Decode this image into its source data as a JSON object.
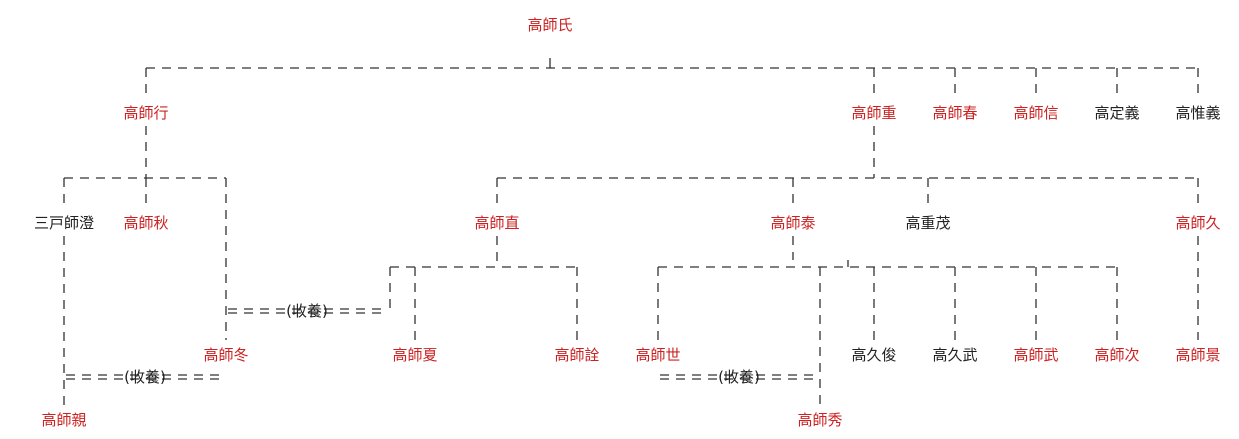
{
  "colors": {
    "highlight": "#cc2222",
    "normal": "#222222",
    "line": "#333333"
  },
  "nodes": [
    {
      "id": "moroshi",
      "name": "高師氏",
      "color": "highlight"
    },
    {
      "id": "moroyuki",
      "name": "高師行",
      "color": "highlight"
    },
    {
      "id": "moroshige",
      "name": "高師重",
      "color": "highlight"
    },
    {
      "id": "moroharu",
      "name": "高師春",
      "color": "highlight"
    },
    {
      "id": "moronobu",
      "name": "高師信",
      "color": "highlight"
    },
    {
      "id": "sadayoshi",
      "name": "高定義",
      "color": "normal"
    },
    {
      "id": "koreyoshi",
      "name": "高惟義",
      "color": "normal"
    },
    {
      "id": "sannohe",
      "name": "三戸師澄",
      "color": "normal"
    },
    {
      "id": "moroaki",
      "name": "高師秋",
      "color": "highlight"
    },
    {
      "id": "moronao",
      "name": "高師直",
      "color": "highlight"
    },
    {
      "id": "moroyasu",
      "name": "高師泰",
      "color": "highlight"
    },
    {
      "id": "shigeshige",
      "name": "高重茂",
      "color": "normal"
    },
    {
      "id": "morohisa",
      "name": "高師久",
      "color": "highlight"
    },
    {
      "id": "morofuyu",
      "name": "高師冬",
      "color": "highlight"
    },
    {
      "id": "moronatsu",
      "name": "高師夏",
      "color": "highlight"
    },
    {
      "id": "morosen",
      "name": "高師詮",
      "color": "highlight"
    },
    {
      "id": "moroyo",
      "name": "高師世",
      "color": "highlight"
    },
    {
      "id": "hisatoshi",
      "name": "高久俊",
      "color": "normal"
    },
    {
      "id": "hisatake",
      "name": "高久武",
      "color": "normal"
    },
    {
      "id": "morotake",
      "name": "高師武",
      "color": "highlight"
    },
    {
      "id": "morotsugu",
      "name": "高師次",
      "color": "highlight"
    },
    {
      "id": "morokage",
      "name": "高師景",
      "color": "highlight"
    },
    {
      "id": "morochika",
      "name": "高師親",
      "color": "highlight"
    },
    {
      "id": "morohide",
      "name": "高師秀",
      "color": "highlight"
    }
  ],
  "adoption_label": "(收養)"
}
